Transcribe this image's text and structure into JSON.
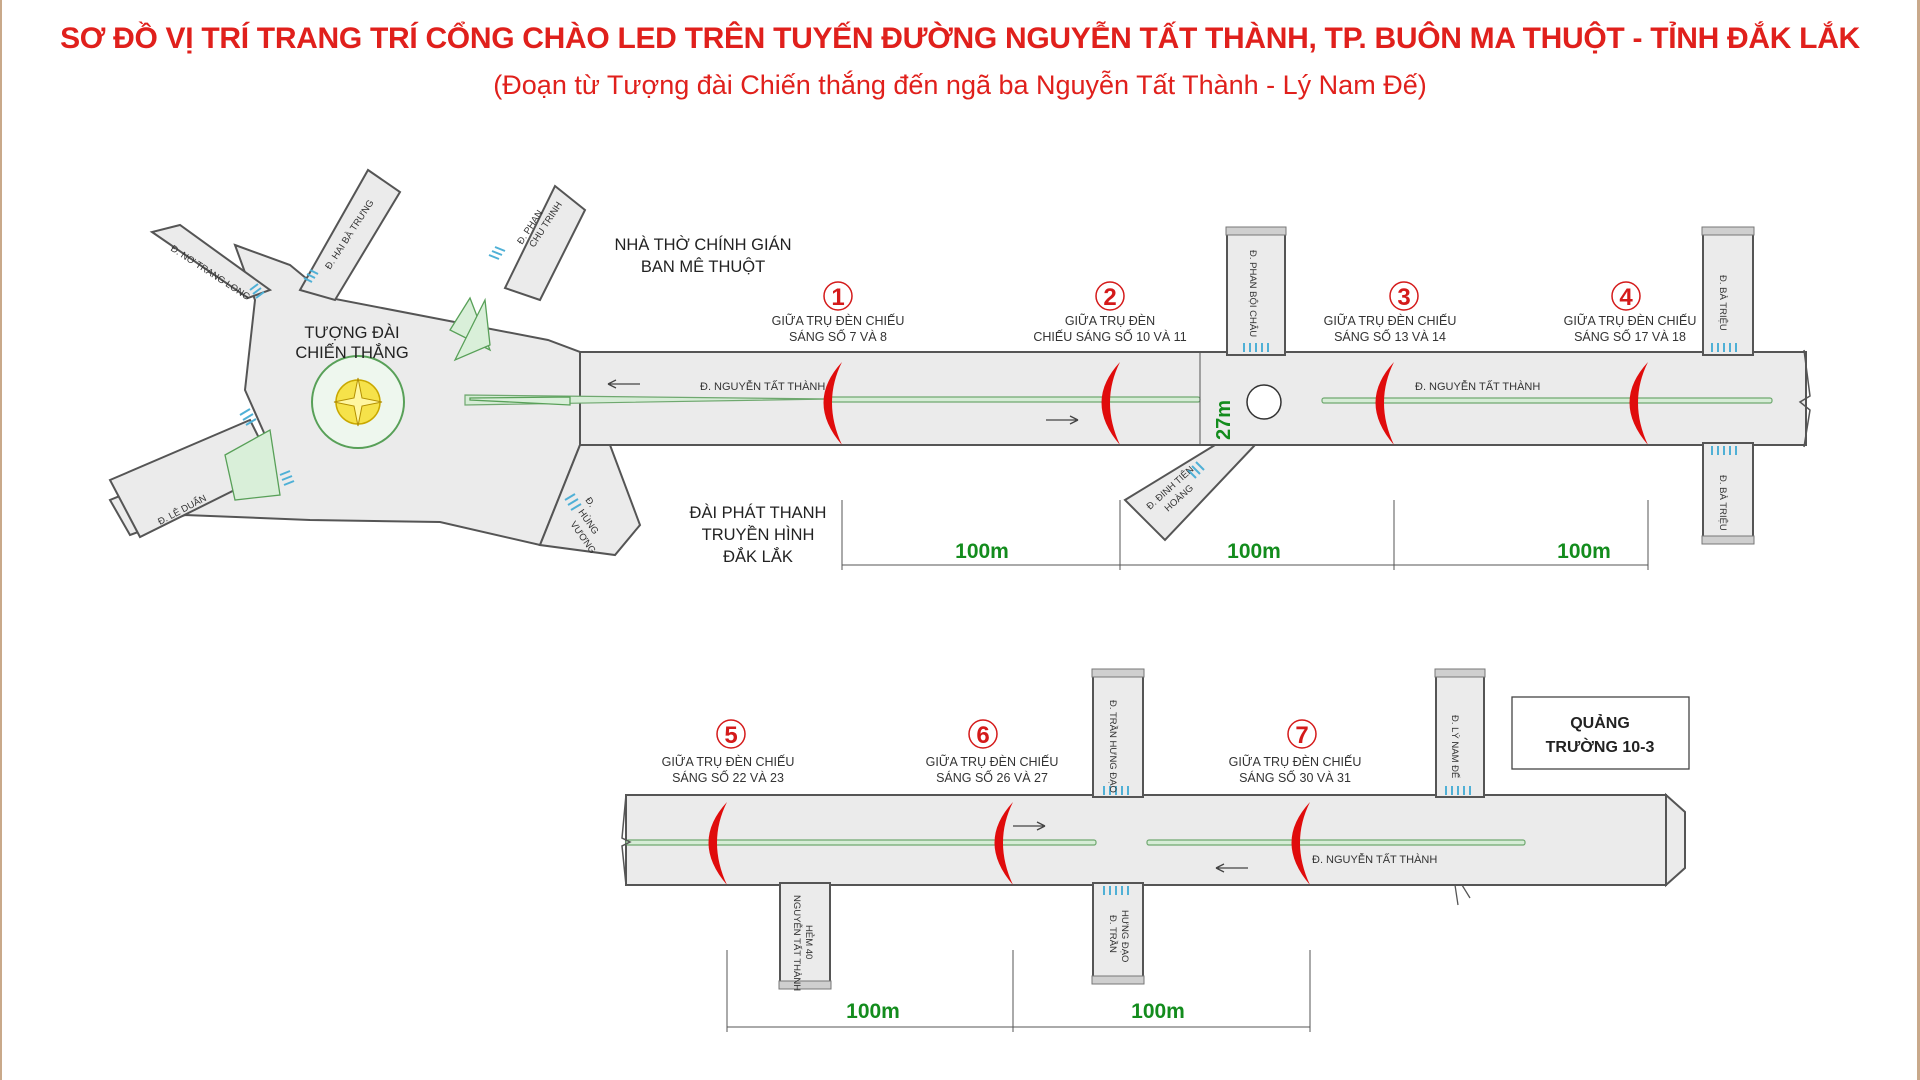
{
  "title": "SƠ ĐỒ VỊ TRÍ TRANG TRÍ CỔNG CHÀO LED TRÊN TUYẾN ĐƯỜNG NGUYỄN TẤT THÀNH, TP. BUÔN MA THUỘT - TỈNH ĐẮK LẮK",
  "subtitle": "(Đoạn từ Tượng đài Chiến thắng đến ngã ba Nguyễn Tất Thành - Lý Nam Đế)",
  "colors": {
    "title": "#e0201c",
    "arch": "#e00c0c",
    "distance": "#138c1d",
    "crosswalk": "#4fb0d6"
  },
  "places": {
    "church": [
      "NHÀ THỜ CHÍNH GIÁN",
      "BAN MÊ THUỘT"
    ],
    "monument": [
      "TƯỢNG ĐÀI",
      "CHIẾN THẮNG"
    ],
    "radio": [
      "ĐÀI PHÁT THANH",
      "TRUYỀN HÌNH",
      "ĐẮK LẮK"
    ],
    "square": [
      "QUẢNG",
      "TRƯỜNG 10-3"
    ]
  },
  "streets": {
    "nguyen_tat_thanh": "Đ. NGUYỄN TẤT THÀNH",
    "no_trang_long": "Đ. NƠ TRANG LONG",
    "hai_ba_trung": "Đ. HAI BÀ TRƯNG",
    "phan_chu_trinh": [
      "Đ. PHAN",
      "CHU TRINH"
    ],
    "le_duan": "Đ. LÊ DUẨN",
    "hung_vuong": [
      "Đ.",
      "HÙNG",
      "VƯƠNG"
    ],
    "phan_boi_chau": "Đ. PHAN BỘI CHÂU",
    "dinh_tien_hoang": [
      "Đ. ĐINH TIÊN",
      "HOÀNG"
    ],
    "ba_trieu_n": "Đ. BÀ TRIỆU",
    "ba_trieu_s": "Đ. BÀ TRIỆU",
    "tran_hung_dao_n": "Đ. TRẦN HƯNG ĐẠO",
    "tran_hung_dao_s": [
      "Đ. TRẦN",
      "HƯNG ĐẠO"
    ],
    "ly_nam_de": "Đ. LÝ NAM ĐẾ",
    "hem_40": [
      "HẺM 40",
      "NGUYỄN TẤT THÀNH"
    ]
  },
  "road_width": "27m",
  "gates": [
    {
      "number": "1",
      "line1": "GIỮA TRỤ ĐÈN CHIẾU",
      "line2": "SÁNG SỐ 7 VÀ 8"
    },
    {
      "number": "2",
      "line1": "GIỮA TRỤ ĐÈN",
      "line2": "CHIẾU SÁNG SỐ 10 VÀ 11"
    },
    {
      "number": "3",
      "line1": "GIỮA TRỤ ĐÈN CHIẾU",
      "line2": "SÁNG SỐ 13 VÀ 14"
    },
    {
      "number": "4",
      "line1": "GIỮA TRỤ ĐÈN CHIẾU",
      "line2": "SÁNG SỐ 17 VÀ 18"
    },
    {
      "number": "5",
      "line1": "GIỮA TRỤ ĐÈN CHIẾU",
      "line2": "SÁNG SỐ 22 VÀ 23"
    },
    {
      "number": "6",
      "line1": "GIỮA TRỤ ĐÈN CHIẾU",
      "line2": "SÁNG SỐ 26 VÀ 27"
    },
    {
      "number": "7",
      "line1": "GIỮA TRỤ ĐÈN CHIẾU",
      "line2": "SÁNG SỐ 30 VÀ 31"
    }
  ],
  "distances_top": [
    "100m",
    "100m",
    "100m"
  ],
  "distances_bottom": [
    "100m",
    "100m"
  ]
}
